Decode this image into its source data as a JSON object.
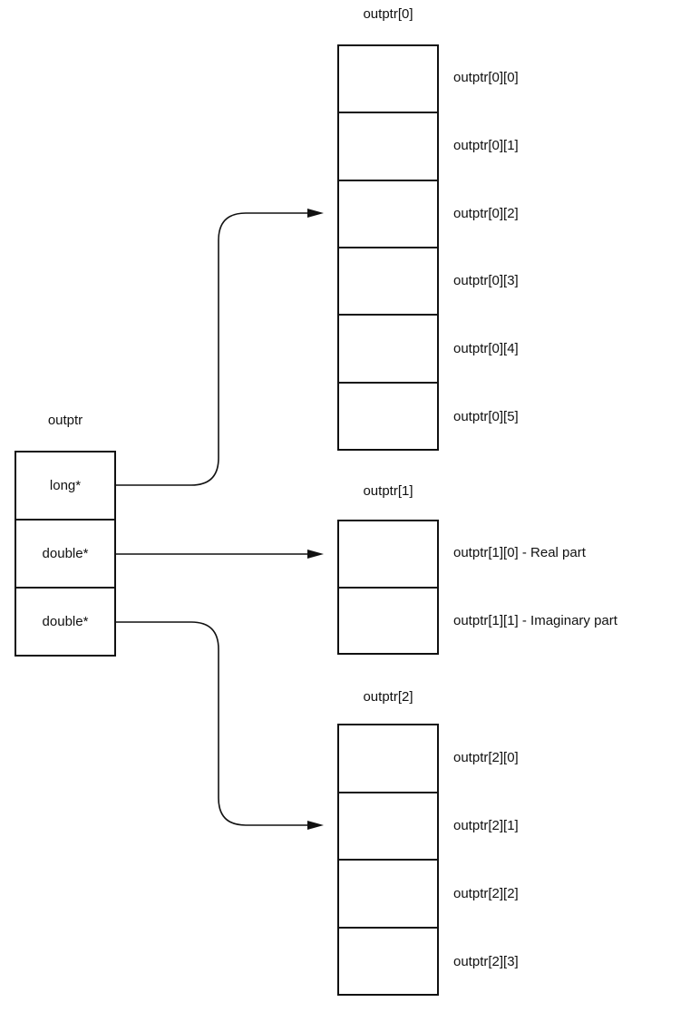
{
  "diagram": {
    "pointer_struct": {
      "title": "outptr",
      "cells": [
        "long*",
        "double*",
        "double*"
      ]
    },
    "arrays": [
      {
        "title": "outptr[0]",
        "labels": [
          "outptr[0][0]",
          "outptr[0][1]",
          "outptr[0][2]",
          "outptr[0][3]",
          "outptr[0][4]",
          "outptr[0][5]"
        ]
      },
      {
        "title": "outptr[1]",
        "labels": [
          "outptr[1][0] - Real part",
          "outptr[1][1] - Imaginary part"
        ]
      },
      {
        "title": "outptr[2]",
        "labels": [
          "outptr[2][0]",
          "outptr[2][1]",
          "outptr[2][2]",
          "outptr[2][3]"
        ]
      }
    ],
    "colors": {
      "line": "#111111",
      "background": "#ffffff",
      "text": "#111111"
    }
  }
}
